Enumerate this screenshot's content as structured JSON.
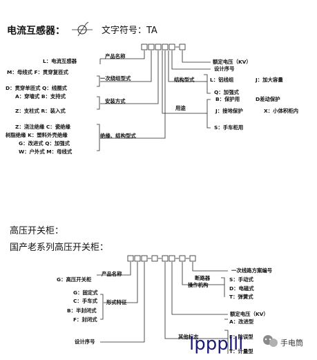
{
  "ct": {
    "title": "电流互感器：",
    "symbol_label": "文字符号：TA",
    "boxes_suffix": "-□",
    "right_labels": {
      "rated_voltage": "额定电压（KV）",
      "design_seq": "设计序号",
      "structure_type": "结构型式",
      "structure_L": "L：铝线组",
      "structure_J": "J：加大容量",
      "structure_Q": "Q：加强式",
      "usage": "用途",
      "usage_B": "B：保护用",
      "usage_D": "D差动保护",
      "usage_J": "J：接地保护",
      "usage_X": "X：小体积柜内",
      "usage_S": "S：手车柜用"
    },
    "left_labels": {
      "product_name": "产品名称",
      "product_L": "L：电流互感器",
      "primary_winding": "一次绕组型式",
      "winding_MF": "M：母线式   F：贯穿复匝式",
      "winding_DQ": "D：贯穿单匝式  Q：线圈式",
      "install_AB": "A：穿墙式    B：支持式",
      "install_ZR": "Z：支柱式     R：装入式",
      "install_method": "安装方式",
      "insul_ZC": "Z：浇注绝缘  C：瓷绝缘",
      "insul_K": "树脂绝缘  K：塑料外壳绝缘",
      "insul_GQ": "G：改进式   Q：加强式",
      "insul_WM": "W：户外式   M：母线式",
      "insul_structure": "绝缘、结构型式"
    }
  },
  "sg": {
    "title1": "高压开关柜：",
    "title2": "国产老系列高压开关柜：",
    "product_name": "产品名称",
    "product_G": "G：高压开关柜",
    "form_feature": "形式特征",
    "form_G": "G：固定式",
    "form_C": "C：手车式",
    "form_B": "B：半封闭式",
    "form_F": "F：封闭式",
    "design_seq": "设计序号",
    "scheme_no": "一次线路方案编号",
    "breaker": "断路器",
    "mechanism": "操作机构",
    "mech_S": "S：手动式",
    "mech_D": "D：电磁式",
    "mech_T": "T：弹簧式",
    "rated_voltage": "额定电压（KV）",
    "other_mark": "其他标志",
    "other_A": "A：改进型",
    "other_F": "F：防误型",
    "other_T": "T：计量型"
  },
  "watermark": {
    "text": "lppplll",
    "brand": "手电筒"
  },
  "icons": {
    "ct_symbol": "current-transformer-symbol-icon",
    "wechat": "wechat-logo-icon"
  }
}
